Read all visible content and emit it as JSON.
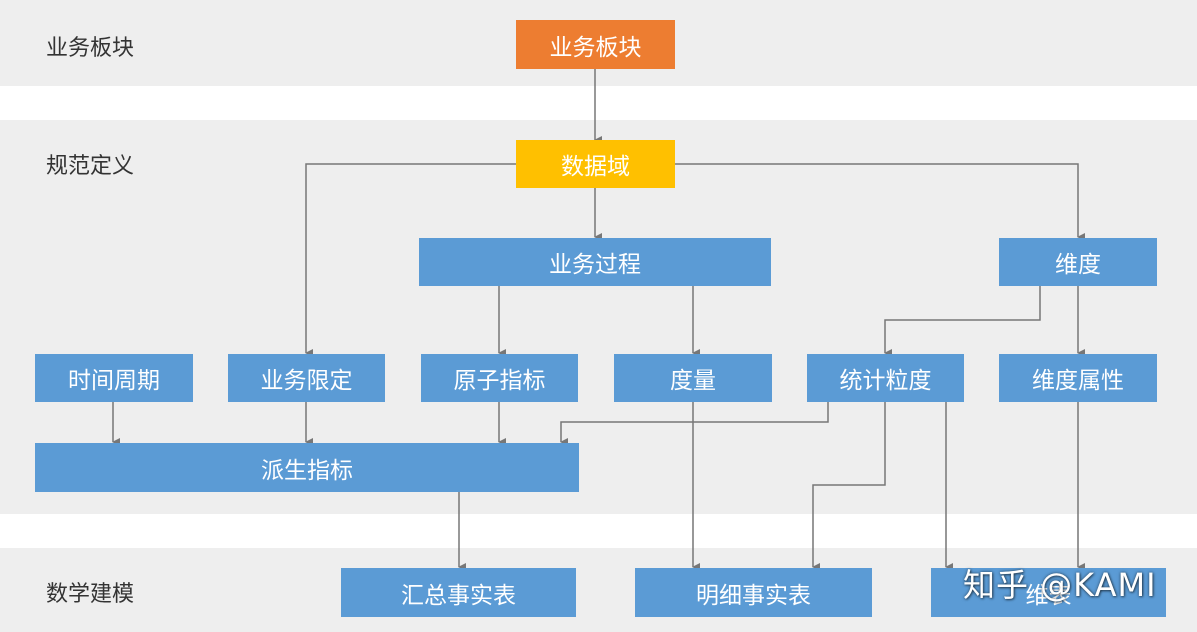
{
  "colors": {
    "band": "#eeeeee",
    "node_blue": "#5b9bd5",
    "node_orange": "#ed7d31",
    "node_yellow": "#ffc000",
    "connector": "#777777"
  },
  "sections": {
    "business_block": "业务板块",
    "standard_definition": "规范定义",
    "data_modeling": "数学建模"
  },
  "nodes": {
    "business_block": "业务板块",
    "data_domain": "数据域",
    "business_process": "业务过程",
    "dimension": "维度",
    "time_period": "时间周期",
    "business_limit": "业务限定",
    "atomic_metric": "原子指标",
    "measure": "度量",
    "stat_granularity": "统计粒度",
    "dimension_attr": "维度属性",
    "derived_metric": "派生指标",
    "summary_fact_table": "汇总事实表",
    "detail_fact_table": "明细事实表",
    "dimension_table": "维表"
  },
  "watermark": "知乎 @KAMI"
}
